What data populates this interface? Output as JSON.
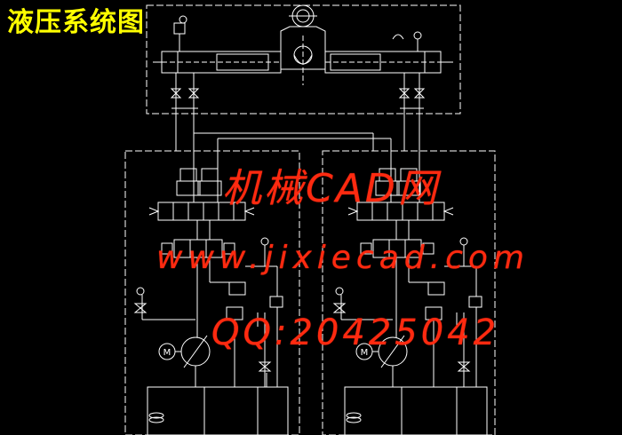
{
  "title": "液压系统图",
  "watermark": {
    "brand": "机械CAD网",
    "site": "www.jixiecad.com",
    "qq": "QQ:20425042"
  },
  "colors": {
    "background": "#000000",
    "line": "#ffffff",
    "title": "#ffff00",
    "watermark": "#ff2a10"
  },
  "symbols": {
    "motor_label": "M"
  }
}
